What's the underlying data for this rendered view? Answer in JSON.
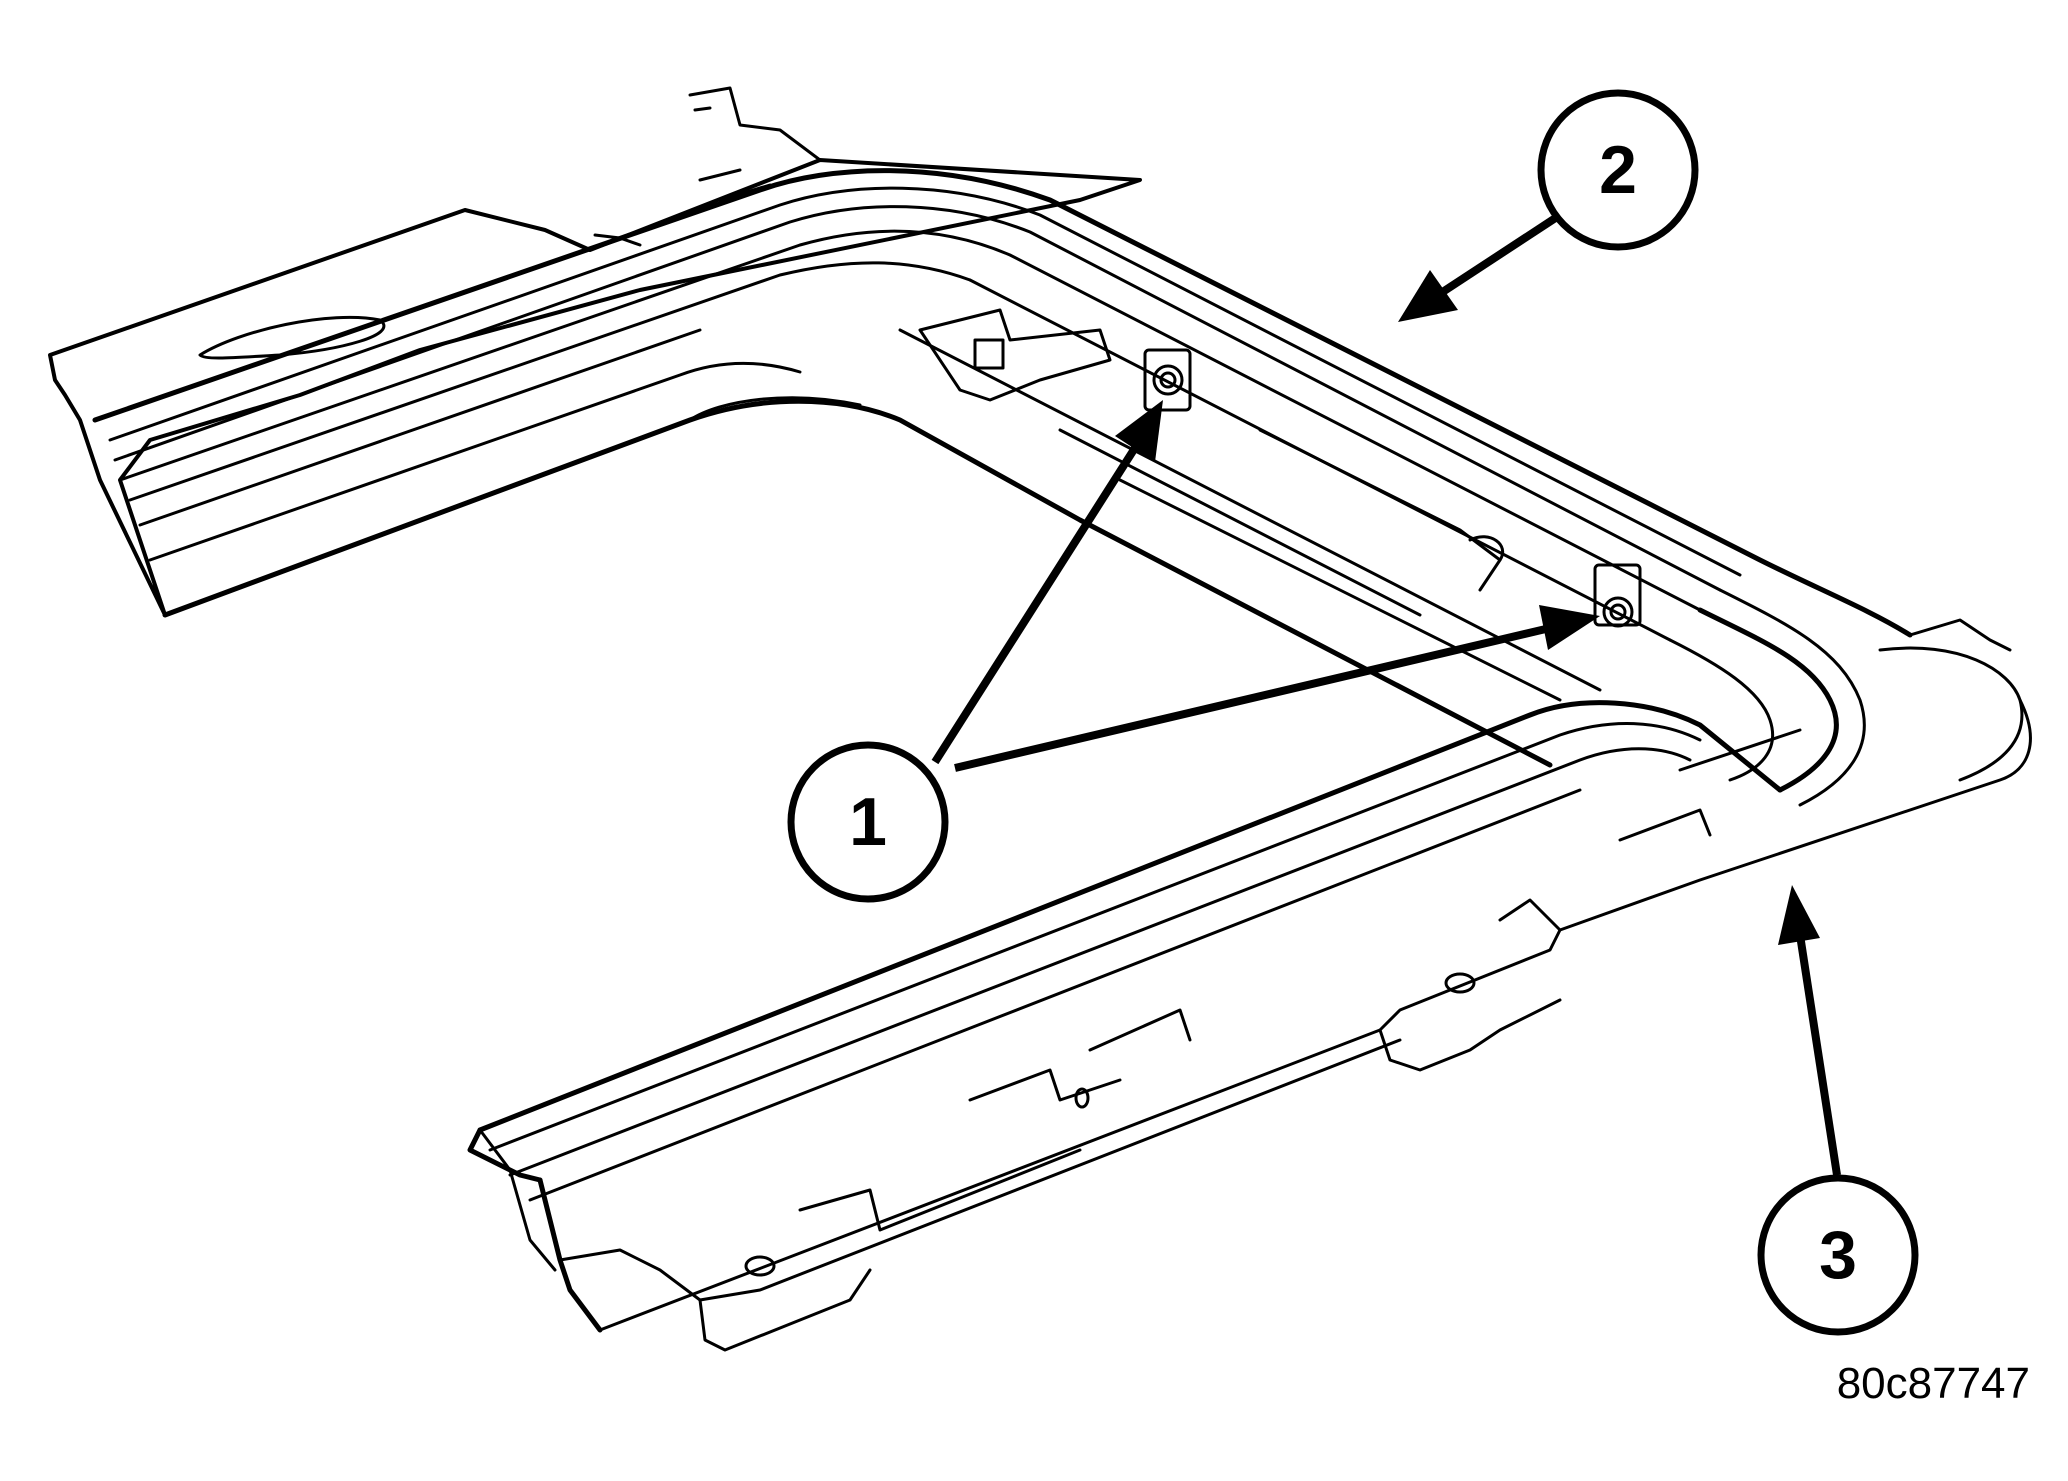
{
  "callouts": [
    {
      "label": "1"
    },
    {
      "label": "2"
    },
    {
      "label": "3"
    }
  ],
  "figure_id": "80c87747",
  "colors": {
    "ink": "#000000",
    "paper": "#ffffff"
  }
}
